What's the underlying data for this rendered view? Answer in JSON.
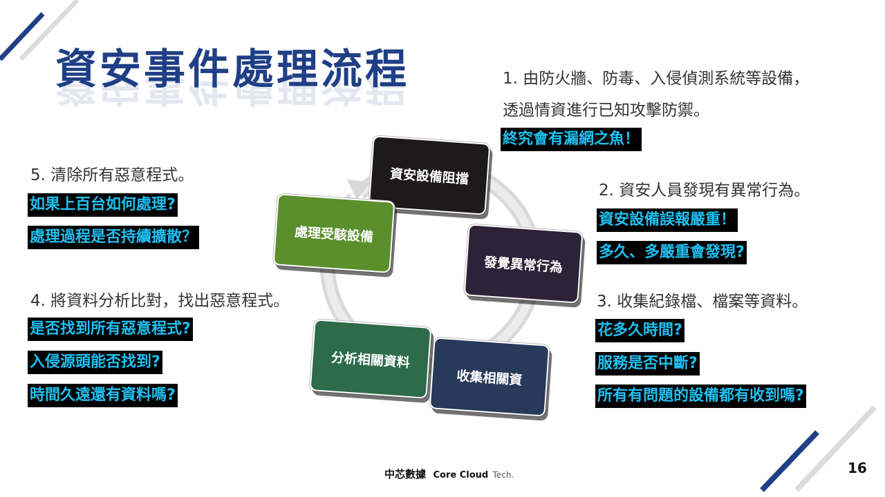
{
  "title": "資安事件處理流程",
  "notes": {
    "n1_line1": "1. 由防火牆、防毒、入侵偵測系統等設備，",
    "n1_line2": "透過情資進行已知攻擊防禦。",
    "n1_hl1": "終究會有漏網之魚！",
    "n2_line1": "2. 資安人員發現有異常行為。",
    "n2_hl1": "資安設備誤報嚴重！",
    "n2_hl2": "多久、多嚴重會發現?",
    "n3_line1": "3. 收集紀錄檔、檔案等資料。",
    "n3_hl1": "花多久時間?",
    "n3_hl2": "服務是否中斷?",
    "n3_hl3": "所有有問題的設備都有收到嗎?",
    "n4_line1": "4. 將資料分析比對，找出惡意程式。",
    "n4_hl1": "是否找到所有惡意程式?",
    "n4_hl2": "入侵源頭能否找到?",
    "n4_hl3": "時間久遠還有資料嗎?",
    "n5_line1": "5. 清除所有惡意程式。",
    "n5_hl1": "如果上百台如何處理?",
    "n5_hl2": "處理過程是否持續擴散？"
  },
  "cycle": {
    "step1": "資安設備阻擋",
    "step2": "發覺異常行為",
    "step3": "收集相關資",
    "step4": "分析相關資料",
    "step5": "處理受駭設備"
  },
  "colors": {
    "step1": "#1e1a1c",
    "step2": "#2d2238",
    "step3": "#283a5a",
    "step4": "#2e6b4a",
    "step5": "#5a8f2c",
    "title": "#1f3f86",
    "highlight_text": "#1ec0f0"
  },
  "footer": {
    "cn": "中芯數據",
    "en_bold": "Core Cloud",
    "en_light": "Tech."
  },
  "page_number": "16"
}
